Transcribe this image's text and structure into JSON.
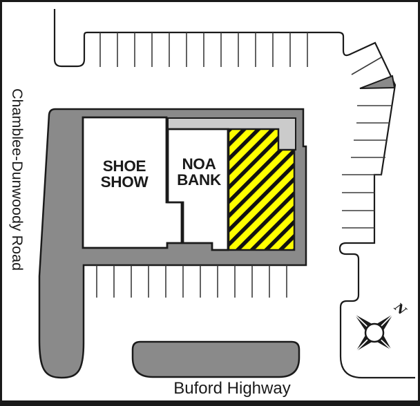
{
  "map": {
    "roads": {
      "left_road": "Chamblee-Dunwoody Road",
      "bottom_road": "Buford Highway"
    },
    "tenants": {
      "shoe_show": {
        "line1": "SHOE",
        "line2": "SHOW"
      },
      "noa_bank": {
        "line1": "NOA",
        "line2": "BANK"
      }
    },
    "compass": {
      "north_label": "N"
    },
    "colors": {
      "dark_gray": "#8a8a8a",
      "light_gray": "#cbcbcb",
      "highlight_yellow": "#ffff00",
      "hatch_black": "#111111",
      "line_black": "#1a1a1a",
      "white": "#ffffff"
    }
  }
}
